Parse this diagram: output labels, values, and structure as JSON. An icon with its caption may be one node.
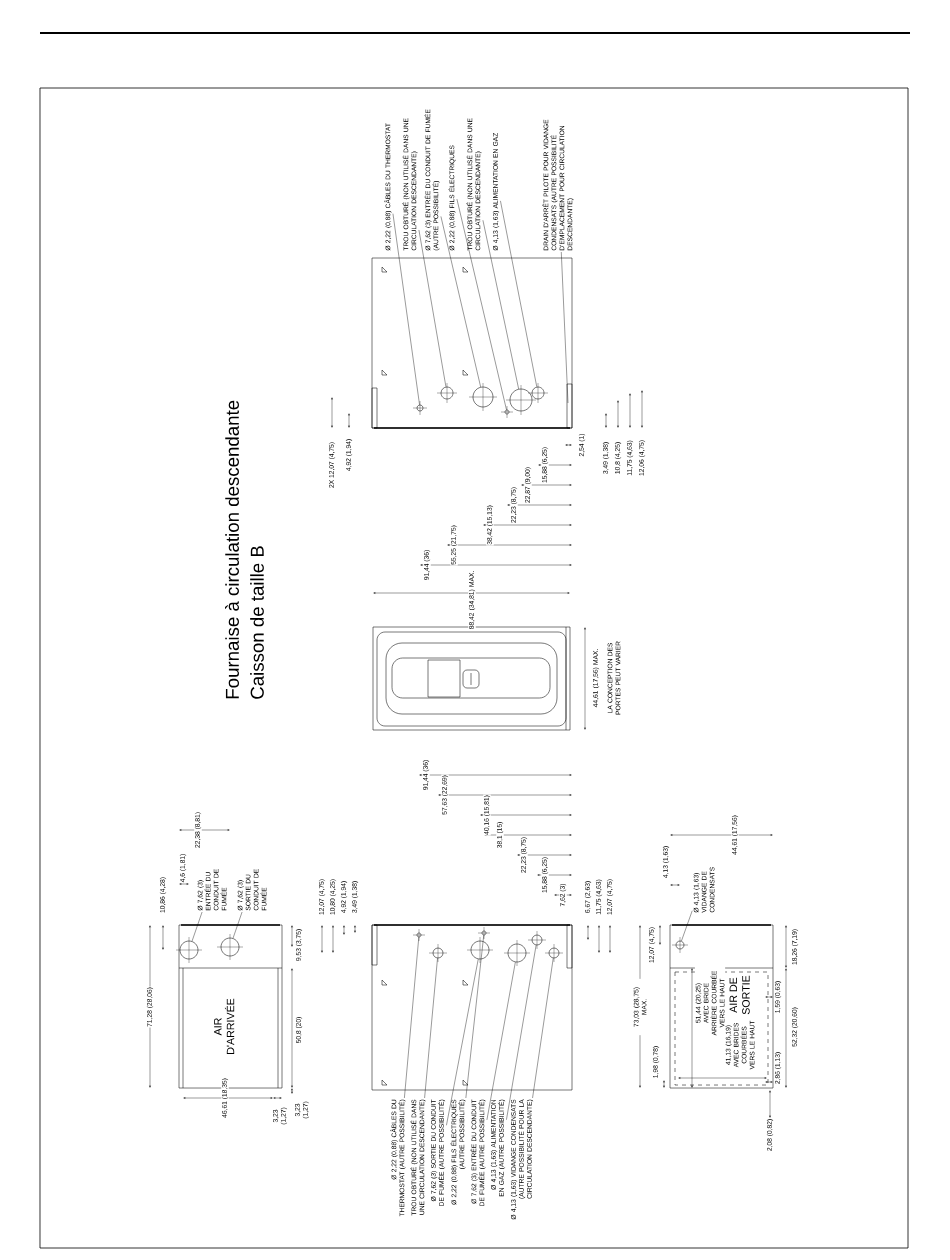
{
  "diagram": {
    "title": "Fournaise à circulation descendante",
    "nodes": [
      {
        "text": [],
        "shape": "box"
      },
      {
        "text": [],
        "shape": "circle",
        "in": 0
      },
      {
        "text": [],
        "shape": "circle",
        "in": 0
      },
      {
        "text": [],
        "shape": "circle",
        "in": 0
      },
      {
        "text": [],
        "shape": "circle",
        "in": 0
      },
      {
        "text": [],
        "shape": "circle",
        "in": 0
      },
      {
        "text": [],
        "shape": "circle",
        "in": 0
      },
      {
        "text": [
          "Ø 2,22 (0,88) CÂBLES DU THERMOSTAT"
        ]
      },
      {
        "text": [
          "TROU OBTURÉ (NON UTILISÉ DANS UNE CIRCULATION DESCENDANTE)"
        ]
      },
      {
        "text": [
          "Ø 7,62 (3) ENTRÉE DU CONDUIT DE FUMÉE (AUTRE POSSIBILITÉ)"
        ]
      },
      {
        "text": [
          "Ø 2,22 (0,88) FILS ÉLECTRIQUES"
        ]
      },
      {
        "text": [
          "TROU OBTURÉ (NON UTILISÉ DANS UNE CIRCULATION DESCENDANTE)"
        ]
      },
      {
        "text": [
          "Ø 4,13 (1,63) ALIMENTATION EN GAZ"
        ]
      },
      {
        "text": [
          "DRAIN D'ARRÊT PILOTE POUR VIDANGE CONDENSATS (AUTRE POSSIBILITÉ D'EMPLACEMENT POUR CIRCULATION DESCENDANTE)"
        ]
      },
      {
        "text": [],
        "shape": "box"
      },
      {
        "text": [
          "AIR D'ARRIVÉE"
        ]
      },
      {
        "text": [],
        "shape": "circle",
        "in": 15
      },
      {
        "text": [],
        "shape": "circle",
        "in": 15
      },
      {
        "text": [
          "Ø 7,62 (3) ENTRÉE DU CONDUIT DE FUMÉE"
        ]
      },
      {
        "text": [
          "Ø 7,62 (3) SORTIE DU CONDUIT DE FUMÉE"
        ]
      },
      {
        "text": [],
        "shape": "box"
      },
      {
        "text": [],
        "shape": "circle",
        "in": 20
      },
      {
        "text": [],
        "shape": "circle",
        "in": 20
      },
      {
        "text": [],
        "shape": "circle",
        "in": 20
      },
      {
        "text": [],
        "shape": "circle",
        "in": 20
      },
      {
        "text": [],
        "shape": "circle",
        "in": 20
      },
      {
        "text": [],
        "shape": "circle",
        "in": 20
      },
      {
        "text": [],
        "shape": "circle",
        "in": 20
      },
      {
        "text": [
          "Ø 2,22 (0,88) CÂBLES DU THERMOSTAT (AUTRE POSSIBILITÉ)"
        ]
      },
      {
        "text": [
          "TROU OBTURÉ (NON UTILISÉ DANS UNE CIRCULATION DESCENDANTE)"
        ]
      },
      {
        "text": [
          "Ø 7,62 (3) SORTIE DU CONDUIT DE FUMÉE (AUTRE POSSIBILITÉ)"
        ]
      },
      {
        "text": [
          "Ø 2,22 (0,88) FILS ÉLECTRIQUES (AUTRE POSSIBILITÉ)"
        ]
      },
      {
        "text": [
          "Ø 7,62 (3) ENTRÉE DU CONDUIT DE FUMÉE (AUTRE POSSIBILITÉ)"
        ]
      },
      {
        "text": [
          "Ø 4,13 (1,63) ALIMENTATION EN GAZ (AUTRE POSSIBILITÉ)"
        ]
      },
      {
        "text": [
          "Ø 4,13 (1,63) VIDANGE CONDENSATS (AUTRE POSSIBILITÉ POUR LA CIRCULATION DESCENDANTE)"
        ]
      },
      {
        "text": [
          "AIR DE SORTIE"
        ]
      },
      {
        "text": [],
        "shape": "circle",
        "in": 35
      },
      {
        "text": [
          "Ø 4,13 (1,63) VIDANGE DE CONDENSATS"
        ]
      }
    ],
    "edges": [
      {
        "from": 7,
        "to": 1,
        "arrow": "none"
      },
      {
        "from": 8,
        "to": 2,
        "arrow": "none"
      },
      {
        "from": 9,
        "to": 3,
        "arrow": "none"
      },
      {
        "from": 10,
        "to": 4,
        "arrow": "none"
      },
      {
        "from": 11,
        "to": 5,
        "arrow": "none"
      },
      {
        "from": 12,
        "to": 6,
        "arrow": "none"
      },
      {
        "from": 13,
        "to": 0,
        "arrow": "none"
      },
      {
        "from": 18,
        "to": 16,
        "arrow": "none"
      },
      {
        "from": 19,
        "to": 17,
        "arrow": "none"
      },
      {
        "from": 28,
        "to": 21,
        "arrow": "none"
      },
      {
        "from": 29,
        "to": 22,
        "arrow": "none"
      },
      {
        "from": 30,
        "to": 23,
        "arrow": "none"
      },
      {
        "from": 31,
        "to": 24,
        "arrow": "none"
      },
      {
        "from": 32,
        "to": 25,
        "arrow": "none"
      },
      {
        "from": 33,
        "to": 26,
        "arrow": "none"
      },
      {
        "from": 34,
        "to": 27,
        "arrow": "none"
      },
      {
        "from": 37,
        "to": 36,
        "arrow": "none"
      }
    ],
    "labels": [
      "Caisson de taille B",
      "2X 12,07 (4,75)",
      "4,92 (1,94)",
      "91,44 (36)",
      "55,25 (21,75)",
      "38,42 (15,13)",
      "22,23 (8,75)",
      "22,87 (9,00)",
      "15,88 (6,25)",
      "2,54 (1)",
      "3,49 (1,38)",
      "10,8 (4,25)",
      "11,75 (4,63)",
      "12,06 (4,75)",
      "88,42 (34,81) MAX.",
      "44,61 (17,56) MAX.",
      "LA CONCEPTION DES PORTES PEUT VARIER",
      "4,6 (1,81)",
      "22,38 (8,81)",
      "10,86 (4,28)",
      "9,53 (3,75)",
      "71,28 (28,06)",
      "50,8 (20)",
      "46,61 (18,35)",
      "3,23 (1,27)",
      "3,23 (1,27)",
      "91,44 (36)",
      "57,63 (22,69)",
      "40,16 (15,81)",
      "38,1 (15)",
      "22,23 (8,75)",
      "15,88 (6,25)",
      "7,62 (3)",
      "12,07 (4,75)",
      "10,80 (4,25)",
      "4,92 (1,94)",
      "3,49 (1,38)",
      "6,67 (2,63)",
      "11,75 (4,63)",
      "12,07 (4,75)",
      "4,13 (1,63)",
      "44,61 (17,56)",
      "12,07 (4,75)",
      "73,03 (28,75) MAX.",
      "1,98 (0,78)",
      "18,26 (7,19)",
      "1,59 (0,63)",
      "52,32 (20,60)",
      "2,86 (1,13)",
      "51,44 (20,25) AVEC BRIDE ARRIÈRE COURBÉE VERS LE HAUT",
      "41,13 (16,19) AVEC BRIDES COURBÉES VERS LE HAUT",
      "2,08 (0,82)"
    ]
  }
}
